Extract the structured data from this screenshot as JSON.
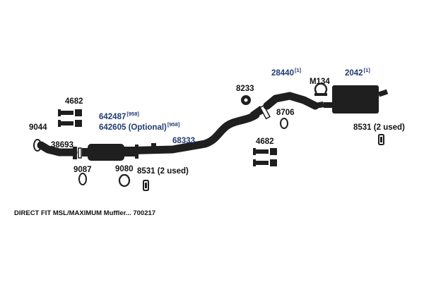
{
  "colors": {
    "part_fill": "#1f1f1f",
    "label_blue": "#1f3b73",
    "label_black": "#111111",
    "background": "#ffffff"
  },
  "labels": {
    "p9044": "9044",
    "p4682_left": "4682",
    "p38693": "38693",
    "p9087": "9087",
    "p642487": "642487",
    "p642487_sup": "[958]",
    "p642605": "642605 (Optional)",
    "p642605_sup": "[958]",
    "p9080": "9080",
    "p68333": "68333",
    "p8531_left": "8531 (2 used)",
    "p8233": "8233",
    "p8706": "8706",
    "p4682_right": "4682",
    "p28440": "28440",
    "p28440_sup": "[1]",
    "pM134": "M134",
    "p2042": "2042",
    "p2042_sup": "[1]",
    "p8531_right": "8531 (2 used)"
  },
  "footer": "DIRECT FIT MSL/MAXIMUM Muffler... 700217"
}
